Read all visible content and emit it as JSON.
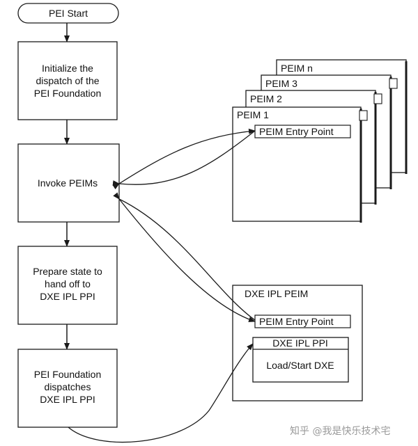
{
  "flow": {
    "start": "PEI Start",
    "step1": [
      "Initialize the",
      "dispatch of the",
      "PEI Foundation"
    ],
    "step2": "Invoke PEIMs",
    "step3": [
      "Prepare state to",
      "hand off to",
      "DXE IPL PPI"
    ],
    "step4": [
      "PEI Foundation",
      "dispatches",
      "DXE IPL PPI"
    ]
  },
  "peim_stack": {
    "pages": [
      "PEIM n",
      "PEIM 3",
      "PEIM 2",
      "PEIM 1"
    ],
    "entry_point": "PEIM Entry Point"
  },
  "dxe_ipl": {
    "title": "DXE IPL PEIM",
    "entry_point": "PEIM Entry Point",
    "ppi_header": "DXE IPL PPI",
    "ppi_body": "Load/Start DXE"
  },
  "watermark": "知乎 @我是快乐技术宅",
  "colors": {
    "line": "#1a1a1a",
    "watermark": "#9a9a9a"
  }
}
